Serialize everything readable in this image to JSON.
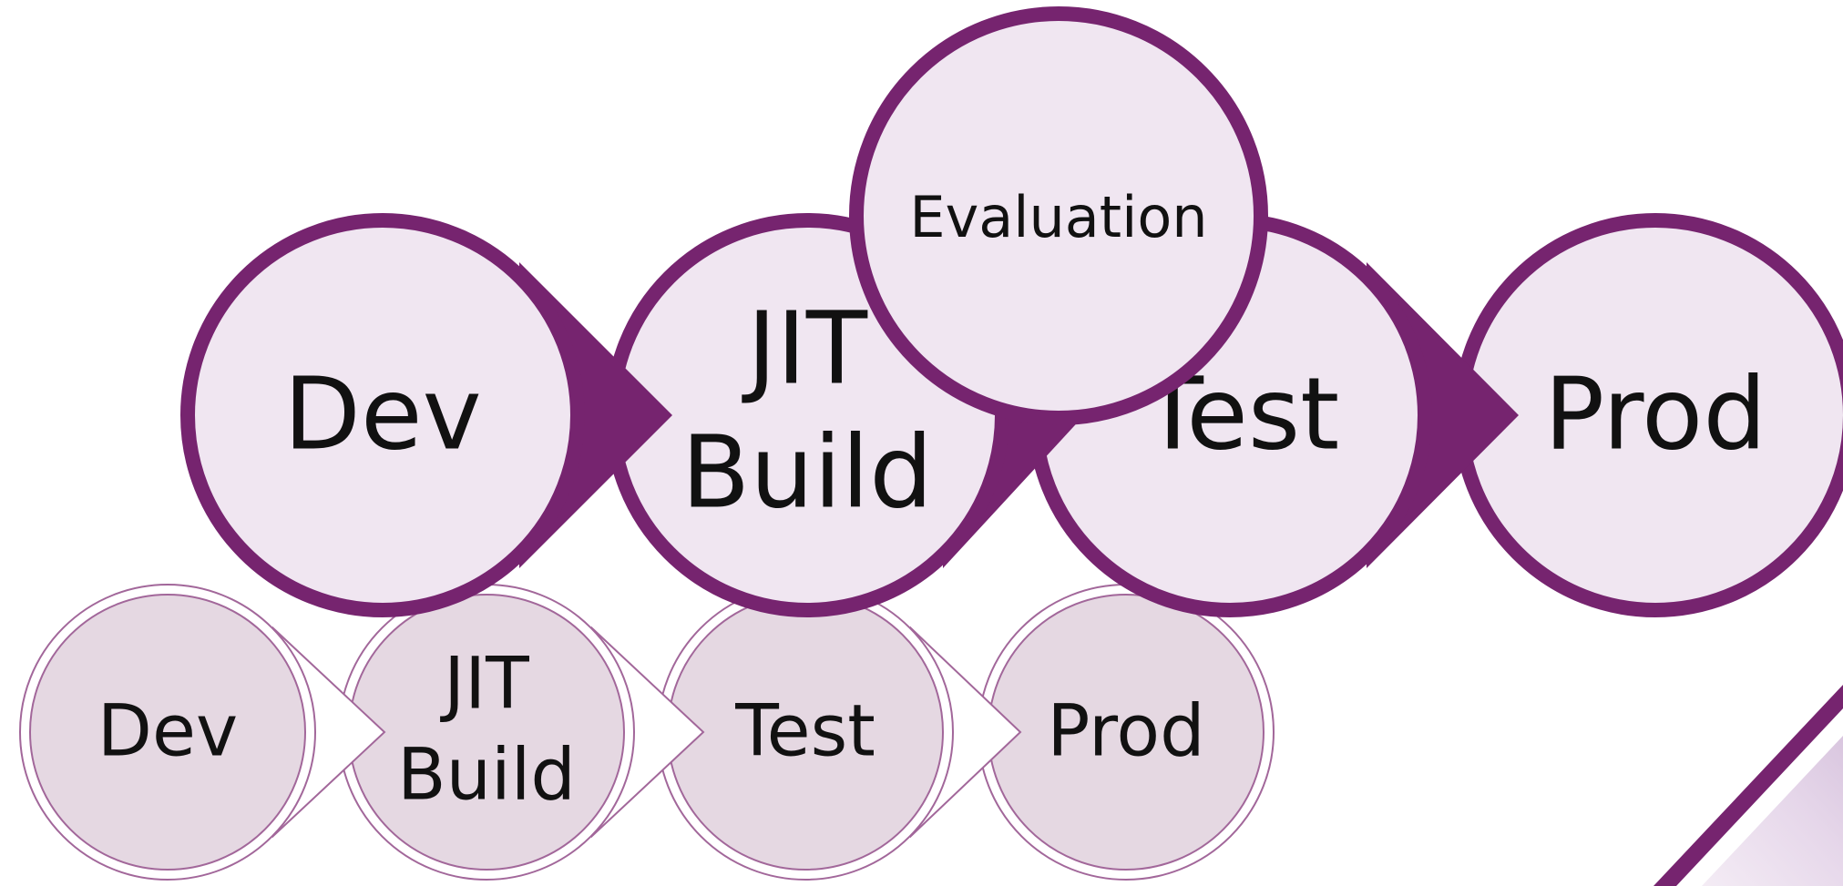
{
  "colors": {
    "accent": "#76246F",
    "node_fill_large": "#F0E6F1",
    "node_fill_small": "#E5D8E2",
    "node_outline_small": "#9C5A93",
    "background": "#FFFFFF"
  },
  "top_flow": {
    "nodes": [
      {
        "label": "Dev"
      },
      {
        "label_line1": "JIT",
        "label_line2": "Build"
      },
      {
        "label": "Test"
      },
      {
        "label": "Prod"
      }
    ],
    "evaluation": {
      "label": "Evaluation"
    }
  },
  "bottom_flow": {
    "nodes": [
      {
        "label": "Dev"
      },
      {
        "label_line1": "JIT",
        "label_line2": "Build"
      },
      {
        "label": "Test"
      },
      {
        "label": "Prod"
      }
    ]
  }
}
